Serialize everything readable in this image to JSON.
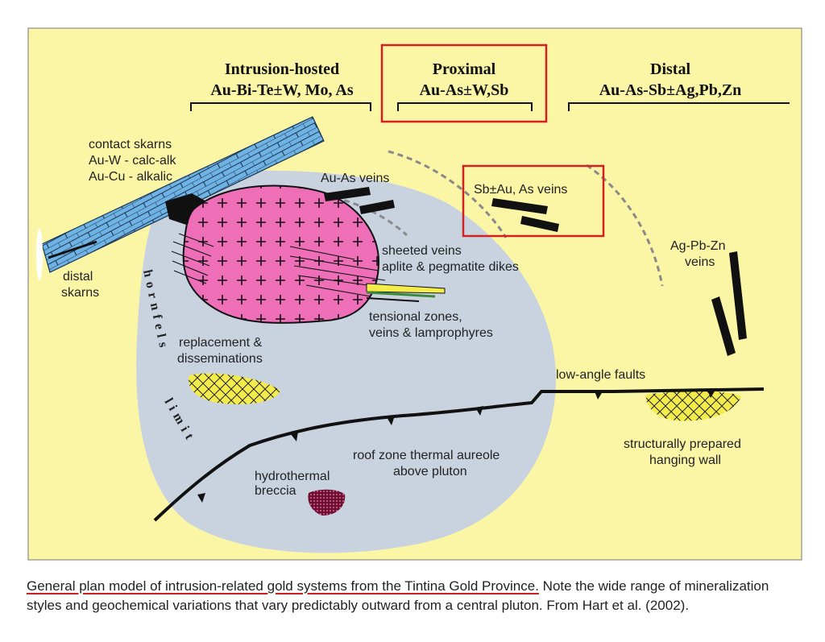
{
  "diagram": {
    "headings": {
      "intrusion_hosted": {
        "title": "Intrusion-hosted",
        "elements": "Au-Bi-Te±W, Mo, As"
      },
      "proximal": {
        "title": "Proximal",
        "elements": "Au-As±W,Sb"
      },
      "distal": {
        "title": "Distal",
        "elements": "Au-As-Sb±Ag,Pb,Zn"
      }
    },
    "labels": {
      "contact_skarns": [
        "contact skarns",
        "Au-W - calc-alk",
        "Au-Cu - alkalic"
      ],
      "distal_skarns": [
        "distal",
        "skarns"
      ],
      "au_as_veins": "Au-As veins",
      "sb_au_as_veins": "Sb±Au, As  veins",
      "ag_pb_zn_veins": [
        "Ag-Pb-Zn",
        "veins"
      ],
      "sheeted_veins": [
        "sheeted veins",
        "aplite & pegmatite dikes"
      ],
      "tensional_zones": [
        "tensional zones,",
        "veins & lamprophyres"
      ],
      "replacement": [
        "replacement &",
        "disseminations"
      ],
      "hornfels": "hornfels",
      "limit": "limit",
      "low_angle_faults": "low-angle faults",
      "hanging_wall": [
        "structurally prepared",
        "hanging wall"
      ],
      "roof_zone": [
        "roof zone thermal aureole",
        "above pluton"
      ],
      "hydrothermal_breccia": [
        "hydrothermal",
        "breccia"
      ]
    },
    "colors": {
      "background": "#fbf6a6",
      "aureole": "#c9d3e0",
      "pluton": "#ee6fb8",
      "skarn": "#6fb2e4",
      "vein": "#111111",
      "highlight_box": "#d42020",
      "breccia": "#6b1030"
    }
  },
  "caption": {
    "lead": "General plan model of intrusion-related gold systems from the Tintina Gold Province.",
    "rest": " Note the wide range of mineralization styles and geochemical variations that vary predictably outward from a central pluton. From Hart et al. (2002)."
  }
}
